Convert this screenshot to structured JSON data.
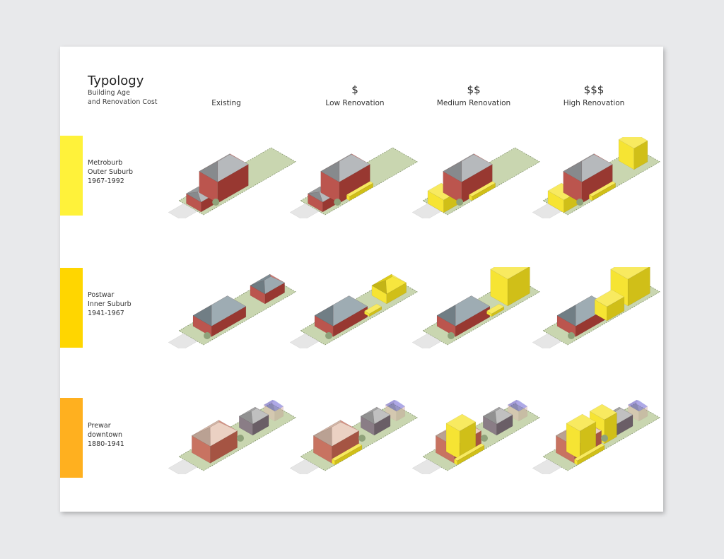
{
  "header": {
    "title": "Typology",
    "subtitle_line1": "Building Age",
    "subtitle_line2": "and Renovation Cost"
  },
  "columns": [
    {
      "cost": "",
      "label": "Existing"
    },
    {
      "cost": "$",
      "label": "Low Renovation"
    },
    {
      "cost": "$$",
      "label": "Medium Renovation"
    },
    {
      "cost": "$$$",
      "label": "High Renovation"
    }
  ],
  "rows": [
    {
      "line1": "Metroburb",
      "line2": "Outer Suburb",
      "line3": "1967-1992",
      "color": "#fff23a"
    },
    {
      "line1": "Postwar",
      "line2": "Inner Suburb",
      "line3": "1941-1967",
      "color": "#ffd600"
    },
    {
      "line1": "Prewar",
      "line2": "downtown",
      "line3": "1880-1941",
      "color": "#ffb01f"
    }
  ],
  "colors": {
    "addition": "#f5e11c",
    "brick": "#b3423a",
    "roof": "#a9adb0",
    "lot": "#c9d6b0"
  }
}
